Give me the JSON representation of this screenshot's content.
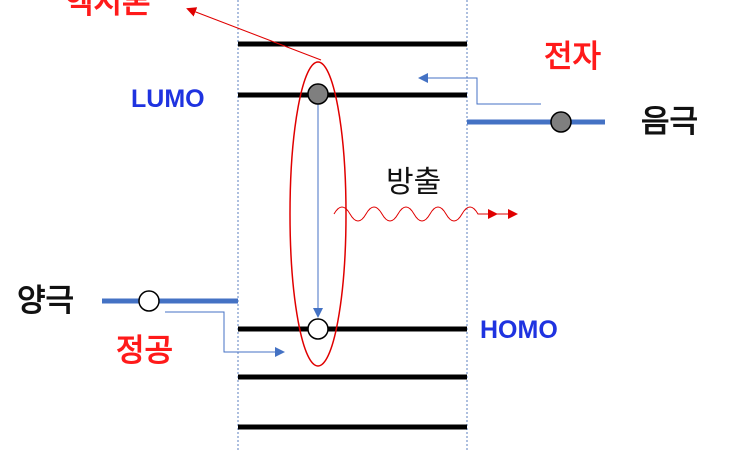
{
  "labels": {
    "exciton": "엑시톤",
    "electron": "전자",
    "lumo": "LUMO",
    "cathode": "음극",
    "emission": "방출",
    "anode": "양극",
    "hole": "정공",
    "homo": "HOMO"
  },
  "colors": {
    "red": "#e00000",
    "blue_text": "#1f33e0",
    "electrode": "#4472c4",
    "arrow_blue": "#4472c4",
    "level": "#000000",
    "dotted": "#5b7fbf",
    "electron_fill": "#7f7f7f"
  }
}
